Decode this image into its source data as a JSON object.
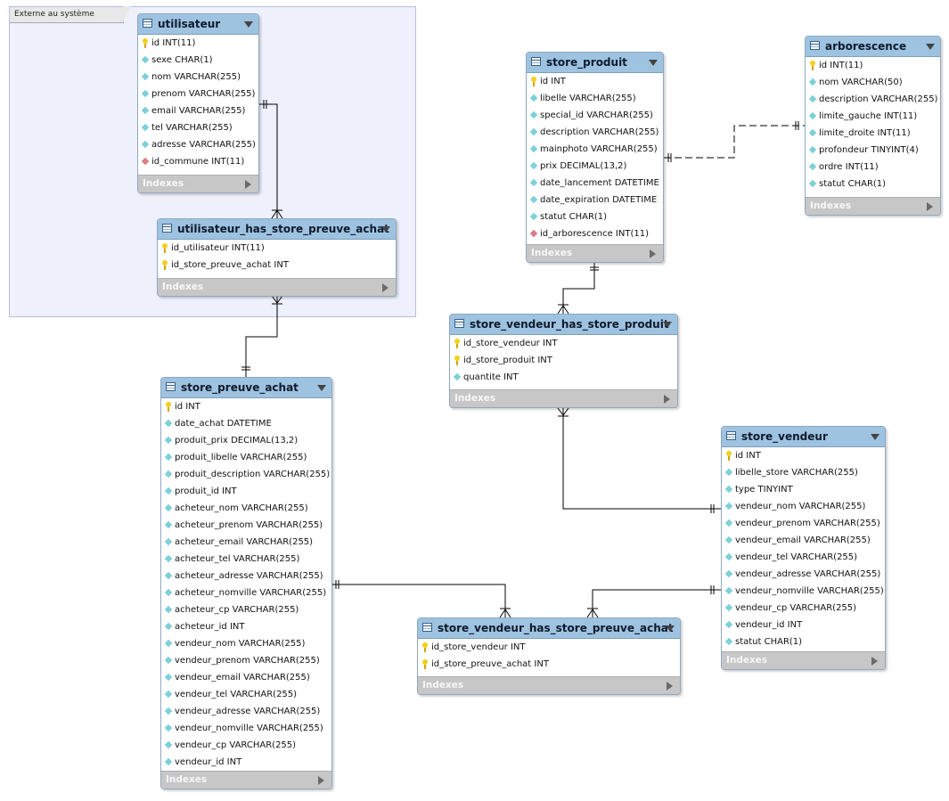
{
  "region": {
    "label": "Externe au système"
  },
  "tables": {
    "utilisateur": {
      "name": "utilisateur",
      "columns": [
        {
          "text": "id INT(11)",
          "kind": "key"
        },
        {
          "text": "sexe CHAR(1)",
          "kind": "col"
        },
        {
          "text": "nom VARCHAR(255)",
          "kind": "col"
        },
        {
          "text": "prenom VARCHAR(255)",
          "kind": "col"
        },
        {
          "text": "email VARCHAR(255)",
          "kind": "col"
        },
        {
          "text": "tel VARCHAR(255)",
          "kind": "col"
        },
        {
          "text": "adresse VARCHAR(255)",
          "kind": "col"
        },
        {
          "text": "id_commune INT(11)",
          "kind": "fk"
        }
      ],
      "footer": "Indexes"
    },
    "uhspa": {
      "name": "utilisateur_has_store_preuve_achat",
      "columns": [
        {
          "text": "id_utilisateur INT(11)",
          "kind": "key"
        },
        {
          "text": "id_store_preuve_achat INT",
          "kind": "key"
        }
      ],
      "footer": "Indexes"
    },
    "store_produit": {
      "name": "store_produit",
      "columns": [
        {
          "text": "id INT",
          "kind": "key"
        },
        {
          "text": "libelle VARCHAR(255)",
          "kind": "col"
        },
        {
          "text": "special_id VARCHAR(255)",
          "kind": "col"
        },
        {
          "text": "description VARCHAR(255)",
          "kind": "col"
        },
        {
          "text": "mainphoto VARCHAR(255)",
          "kind": "col"
        },
        {
          "text": "prix DECIMAL(13,2)",
          "kind": "col"
        },
        {
          "text": "date_lancement DATETIME",
          "kind": "col"
        },
        {
          "text": "date_expiration DATETIME",
          "kind": "col"
        },
        {
          "text": "statut CHAR(1)",
          "kind": "col"
        },
        {
          "text": "id_arborescence INT(11)",
          "kind": "fk"
        }
      ],
      "footer": "Indexes"
    },
    "arborescence": {
      "name": "arborescence",
      "columns": [
        {
          "text": "id INT(11)",
          "kind": "key"
        },
        {
          "text": "nom VARCHAR(50)",
          "kind": "col"
        },
        {
          "text": "description VARCHAR(255)",
          "kind": "col"
        },
        {
          "text": "limite_gauche INT(11)",
          "kind": "col"
        },
        {
          "text": "limite_droite INT(11)",
          "kind": "col"
        },
        {
          "text": "profondeur TINYINT(4)",
          "kind": "col"
        },
        {
          "text": "ordre INT(11)",
          "kind": "col"
        },
        {
          "text": "statut CHAR(1)",
          "kind": "col"
        }
      ],
      "footer": "Indexes"
    },
    "svhsp": {
      "name": "store_vendeur_has_store_produit",
      "columns": [
        {
          "text": "id_store_vendeur INT",
          "kind": "key"
        },
        {
          "text": "id_store_produit INT",
          "kind": "key"
        },
        {
          "text": "quantite INT",
          "kind": "col"
        }
      ],
      "footer": "Indexes"
    },
    "store_preuve_achat": {
      "name": "store_preuve_achat",
      "columns": [
        {
          "text": "id INT",
          "kind": "key"
        },
        {
          "text": "date_achat DATETIME",
          "kind": "col"
        },
        {
          "text": "produit_prix DECIMAL(13,2)",
          "kind": "col"
        },
        {
          "text": "produit_libelle VARCHAR(255)",
          "kind": "col"
        },
        {
          "text": "produit_description VARCHAR(255)",
          "kind": "col"
        },
        {
          "text": "produit_id INT",
          "kind": "col"
        },
        {
          "text": "acheteur_nom VARCHAR(255)",
          "kind": "col"
        },
        {
          "text": "acheteur_prenom VARCHAR(255)",
          "kind": "col"
        },
        {
          "text": "acheteur_email VARCHAR(255)",
          "kind": "col"
        },
        {
          "text": "acheteur_tel VARCHAR(255)",
          "kind": "col"
        },
        {
          "text": "acheteur_adresse VARCHAR(255)",
          "kind": "col"
        },
        {
          "text": "acheteur_nomville VARCHAR(255)",
          "kind": "col"
        },
        {
          "text": "acheteur_cp VARCHAR(255)",
          "kind": "col"
        },
        {
          "text": "acheteur_id INT",
          "kind": "col"
        },
        {
          "text": "vendeur_nom VARCHAR(255)",
          "kind": "col"
        },
        {
          "text": "vendeur_prenom VARCHAR(255)",
          "kind": "col"
        },
        {
          "text": "vendeur_email VARCHAR(255)",
          "kind": "col"
        },
        {
          "text": "vendeur_tel VARCHAR(255)",
          "kind": "col"
        },
        {
          "text": "vendeur_adresse VARCHAR(255)",
          "kind": "col"
        },
        {
          "text": "vendeur_nomville VARCHAR(255)",
          "kind": "col"
        },
        {
          "text": "vendeur_cp VARCHAR(255)",
          "kind": "col"
        },
        {
          "text": "vendeur_id INT",
          "kind": "col"
        }
      ],
      "footer": "Indexes"
    },
    "store_vendeur": {
      "name": "store_vendeur",
      "columns": [
        {
          "text": "id INT",
          "kind": "key"
        },
        {
          "text": "libelle_store VARCHAR(255)",
          "kind": "col"
        },
        {
          "text": "type TINYINT",
          "kind": "col"
        },
        {
          "text": "vendeur_nom VARCHAR(255)",
          "kind": "col"
        },
        {
          "text": "vendeur_prenom VARCHAR(255)",
          "kind": "col"
        },
        {
          "text": "vendeur_email VARCHAR(255)",
          "kind": "col"
        },
        {
          "text": "vendeur_tel VARCHAR(255)",
          "kind": "col"
        },
        {
          "text": "vendeur_adresse VARCHAR(255)",
          "kind": "col"
        },
        {
          "text": "vendeur_nomville VARCHAR(255)",
          "kind": "col"
        },
        {
          "text": "vendeur_cp VARCHAR(255)",
          "kind": "col"
        },
        {
          "text": "vendeur_id INT",
          "kind": "col"
        },
        {
          "text": "statut CHAR(1)",
          "kind": "col"
        }
      ],
      "footer": "Indexes"
    },
    "svhspa": {
      "name": "store_vendeur_has_store_preuve_achat",
      "columns": [
        {
          "text": "id_store_vendeur INT",
          "kind": "key"
        },
        {
          "text": "id_store_preuve_achat INT",
          "kind": "key"
        }
      ],
      "footer": "Indexes"
    }
  },
  "colors": {
    "header": "#9ec3e1",
    "footer": "#c7c7c7",
    "region": "#eef0fc",
    "line": "#000000"
  }
}
